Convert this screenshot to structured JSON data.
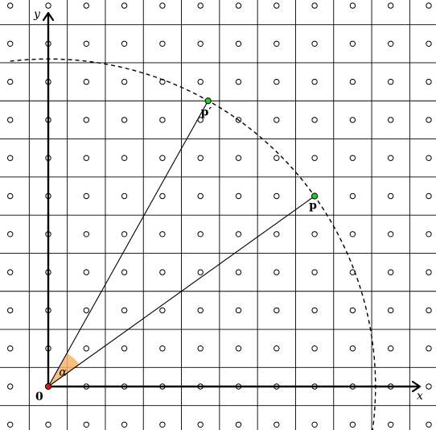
{
  "labels": {
    "x_axis": "x",
    "y_axis": "y",
    "origin": "0",
    "point_p": "p",
    "point_p_prime": "p′",
    "angle": "α"
  },
  "lattice": {
    "x_range": [
      -1,
      10
    ],
    "y_range": [
      -1,
      10
    ],
    "cell_units": 1
  },
  "points": {
    "origin": [
      0,
      0
    ],
    "p": [
      7,
      5
    ],
    "p_prime": [
      4.2,
      7.5
    ]
  },
  "circle_radius": 8.6,
  "colors": {
    "grid": "#000000",
    "lattice_point": "#ffffff",
    "highlight_point": "#22cc22",
    "origin_point": "#e01010",
    "angle_fill": "#f6b46c"
  },
  "icons": {
    "x_arrow": "arrow-right-icon",
    "y_arrow": "arrow-up-icon"
  }
}
